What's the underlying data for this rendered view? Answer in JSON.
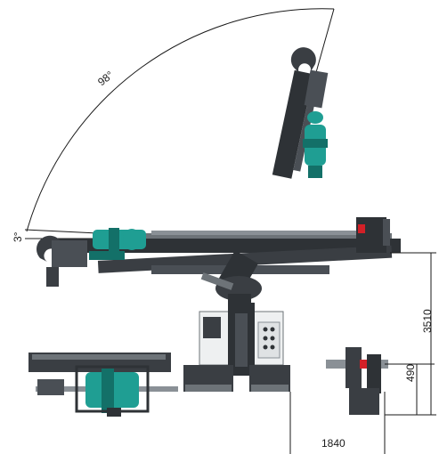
{
  "dimensions": {
    "arc_angle": "98°",
    "tilt_angle": "3°",
    "total_height": "3510",
    "lower_height": "490",
    "track_width": "1840"
  },
  "colors": {
    "machine_dark": "#2e3236",
    "machine_mid": "#4a4f55",
    "machine_light": "#8a9096",
    "steel": "#6d7378",
    "accent_teal": "#1f9e93",
    "accent_teal_dark": "#137068",
    "accent_red": "#d32027",
    "panel_white": "#eef0f1",
    "dim_line": "#1a1a1a"
  }
}
